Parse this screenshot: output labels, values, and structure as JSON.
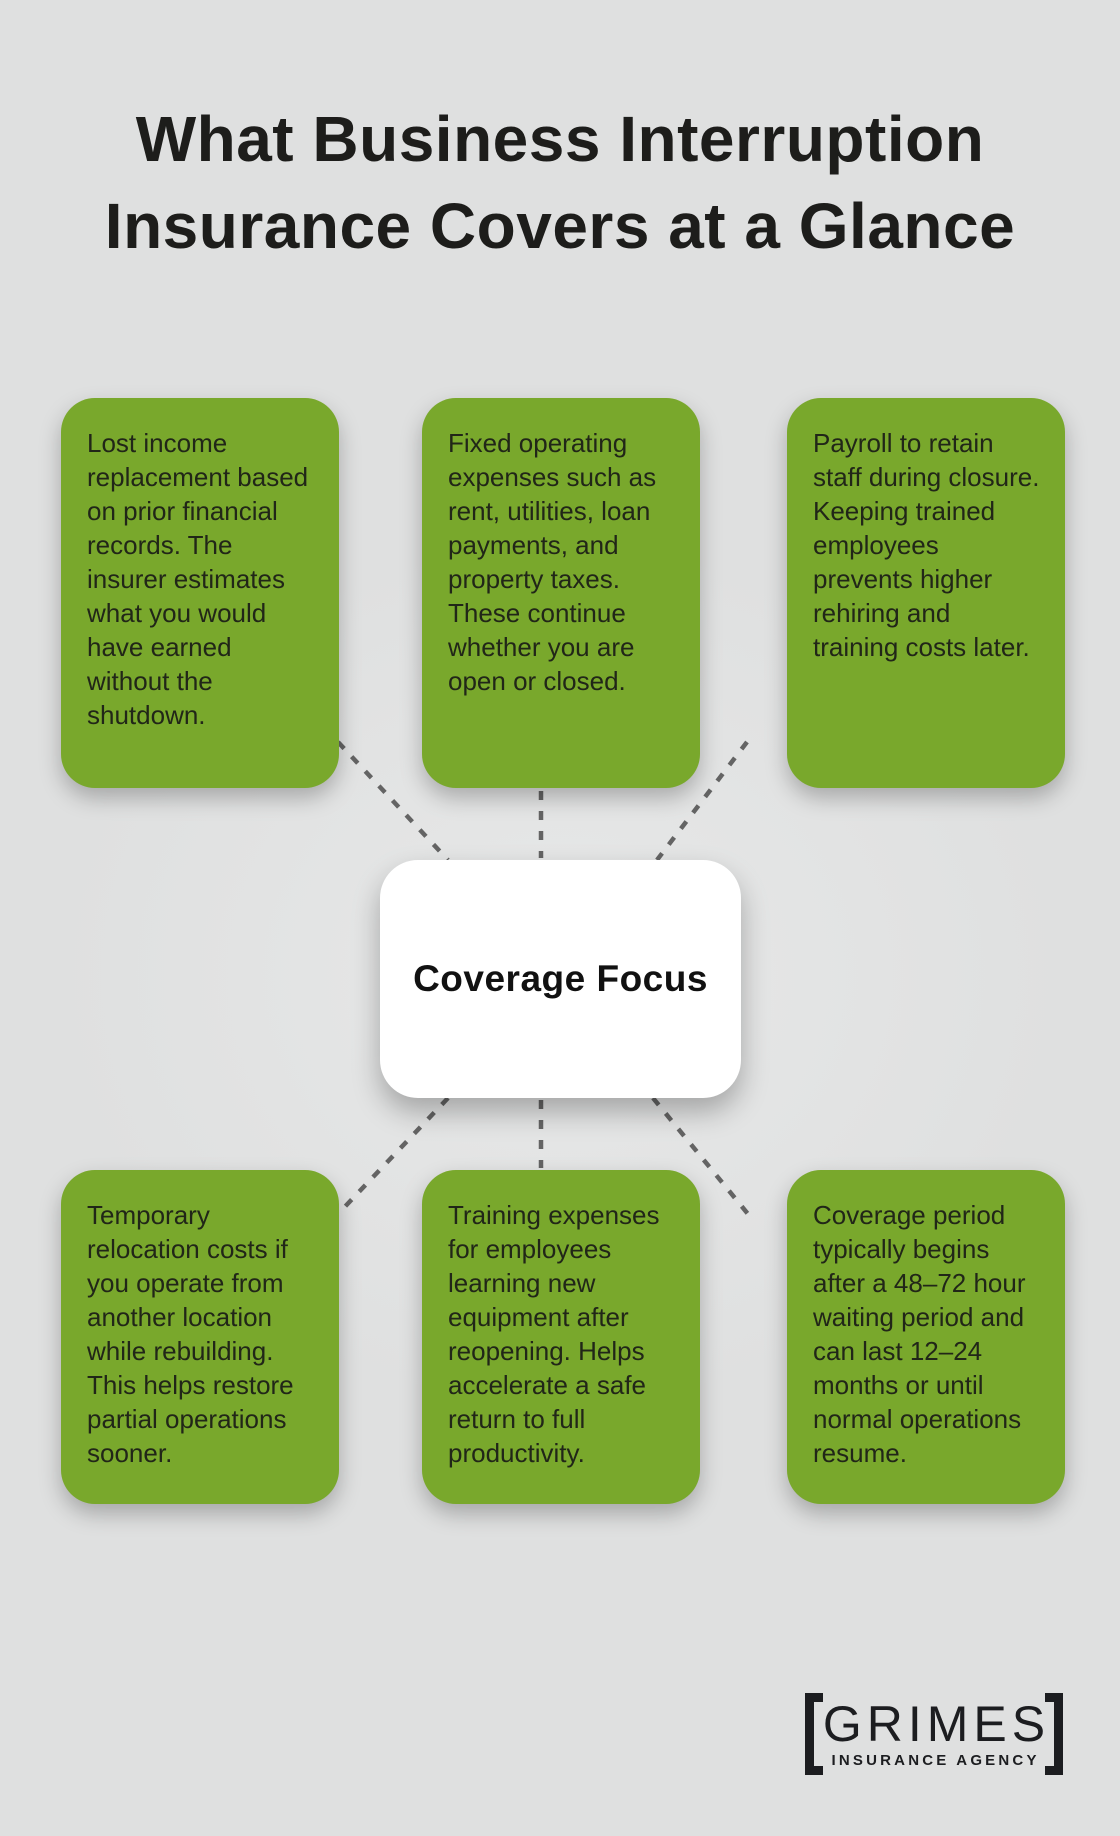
{
  "title": {
    "line1": "What Business Interruption",
    "line2": "Insurance Covers at a Glance"
  },
  "center": {
    "label": "Coverage Focus"
  },
  "cards": [
    {
      "id": "lost-income",
      "text": "Lost income replacement based on prior financial records. The insurer estimates what you would have earned without the shutdown."
    },
    {
      "id": "fixed-expenses",
      "text": "Fixed operating expenses such as rent, utilities, loan payments, and property taxes. These continue whether you are open or closed."
    },
    {
      "id": "payroll",
      "text": "Payroll to retain staff during closure. Keeping trained employees prevents higher rehiring and training costs later."
    },
    {
      "id": "temporary-relocation",
      "text": "Temporary relocation costs if you operate from another location while rebuilding. This helps restore partial operations sooner."
    },
    {
      "id": "training-expenses",
      "text": "Training expenses for employees learning new equipment after reopening. Helps accelerate a safe return to full productivity."
    },
    {
      "id": "coverage-period",
      "text": "Coverage period typically begins after a 48–72 hour waiting period and can last 12–24 months or until normal operations resume."
    }
  ],
  "logo": {
    "name": "GRIMES",
    "tagline": "INSURANCE AGENCY"
  },
  "colors": {
    "background": "#dfe0e0",
    "card_green": "#79a82c",
    "card_text": "#212618",
    "title_text": "#1d1d1b",
    "connector_gray": "#646464",
    "center_background": "#ffffff",
    "logo_ink": "#1c1d20"
  }
}
